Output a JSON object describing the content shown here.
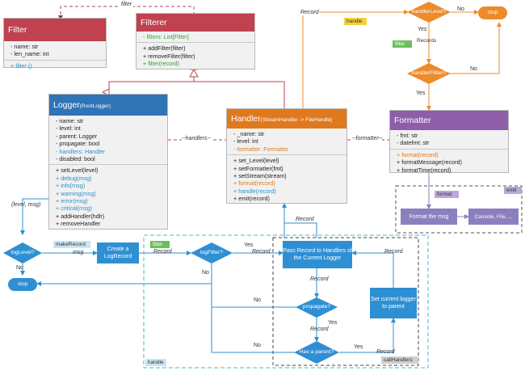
{
  "colors": {
    "filter_head": "#c0414f",
    "filterer_head": "#c0414f",
    "logger_head": "#2f74b5",
    "handler_head": "#e0791d",
    "formatter_head": "#8e5ea8",
    "blue": "#2f8fd3",
    "orange": "#ed8b2b",
    "purple": "#8c7fbf"
  },
  "classes": {
    "filter": {
      "title": "Filter",
      "attrs": [
        "- name: str",
        "- len_name: int"
      ],
      "methods": [
        "+ filter ()"
      ]
    },
    "filterer": {
      "title": "Filterer",
      "attrs": [
        "- filters: List[Filter]"
      ],
      "methods": [
        "+ addFilter(filter)",
        "+ removeFilter(filter)",
        "+ filter(record)"
      ]
    },
    "logger": {
      "title": "Logger",
      "subtitle": "(RootLogger)",
      "attrs": [
        "- name: str",
        "- level: int",
        "- parent: Logger",
        "- propagate: bool",
        "- handlers: Handler",
        "- disabled: bool"
      ],
      "methods": [
        "+ setLevel(level)",
        "+ debug(msg)",
        "+ info(msg)",
        "+ warning(msg)",
        "+ error(msg)",
        "+ critical(msg)",
        "+ addHandler(hdlr)",
        "+ removeHandler"
      ]
    },
    "handler": {
      "title": "Handler",
      "subtitle": "(StreamHandler -> FileHandle)",
      "attrs": [
        "- _name: str",
        "- level: int",
        "- formatter: Formatter"
      ],
      "methods": [
        "+ set_Level(level)",
        "+ setFormatter(fmt)",
        "+ setStream(stream)",
        "+ format(record)",
        "+ handle(record)",
        "+ emit(record)"
      ]
    },
    "formatter": {
      "title": "Formatter",
      "attrs": [
        "- fmt: str",
        "- datefmt: str"
      ],
      "methods": [
        "+ format(record)",
        "+ formatMessage(record)",
        "+ formatTime(record)"
      ]
    }
  },
  "labels": {
    "filter_assoc": "filter",
    "handlers_assoc": "handlers",
    "formatter_assoc": "formatter",
    "record_top": "Record",
    "records_mid": "Records",
    "yes": "Yes",
    "no": "No",
    "level_msg": "(level, msg)",
    "msg": "msg",
    "record": "Record"
  },
  "tags": {
    "handle_top": "handle",
    "filter_top": "filter",
    "format": "format",
    "emit": "emit",
    "makeRecord": "makeRecord",
    "filter_bottom": "filter",
    "callHandlers": "callHandlers",
    "handle_bottom": "handle"
  },
  "nodes": {
    "handler_level": "handlerLevel?",
    "stop_top": "stop",
    "handler_filter": "handlerFillter?",
    "format_msg": "Format the msg",
    "console_file": "Console, File, ...",
    "log_level": "logLevel?",
    "stop_bottom": "stop",
    "create_record": "Create a LogRecord",
    "log_filter": "logFilter?",
    "pass_record": "Pass Record to Handlers of the Current Logger",
    "propagate": "propagate?",
    "has_parent": "Has a parent?",
    "set_parent": "Set current logger to parent"
  }
}
